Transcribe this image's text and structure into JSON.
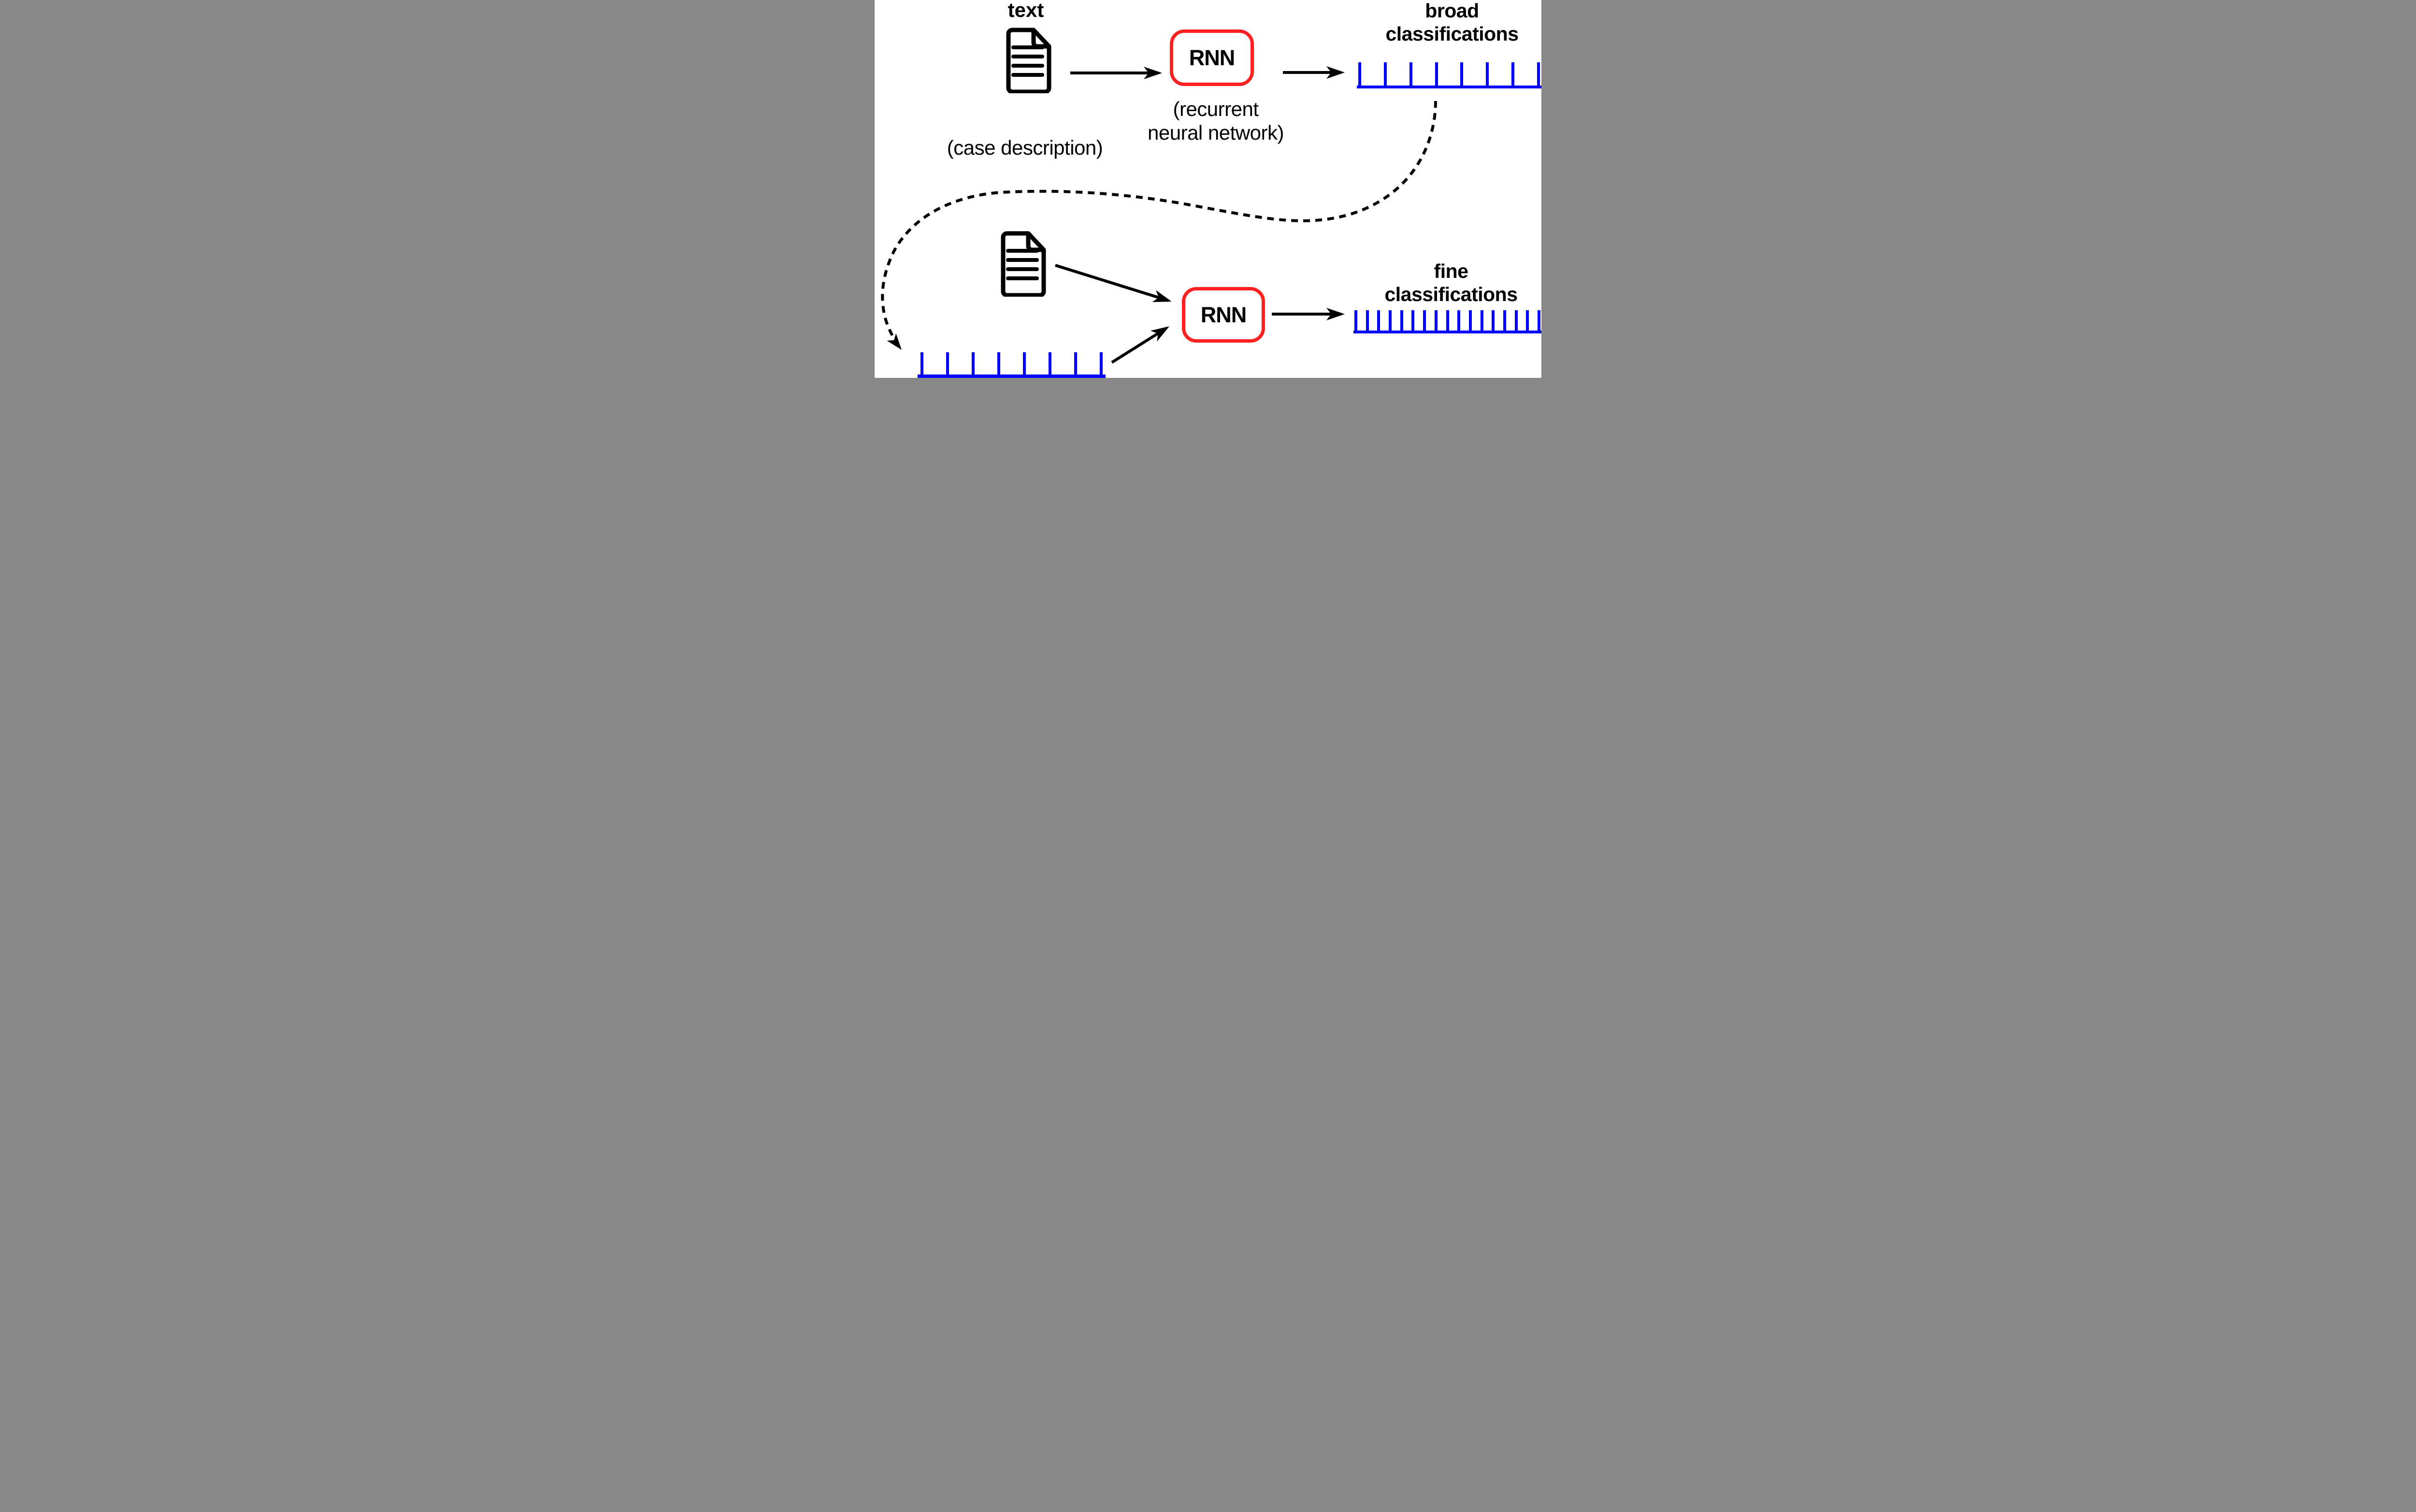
{
  "colors": {
    "ink": "#000000",
    "red": "#ff2020",
    "blue": "#0000ff",
    "background": "#ffffff"
  },
  "stage1": {
    "input": {
      "label": "text",
      "caption": "(case description)",
      "icon": "document-icon"
    },
    "model": {
      "label": "RNN",
      "caption_line1": "(recurrent",
      "caption_line2": "neural network)"
    },
    "output": {
      "label_line1": "broad",
      "label_line2": "classifications",
      "class_slots": 8
    }
  },
  "stage2": {
    "input_text": {
      "icon": "document-icon"
    },
    "input_classes": {
      "class_slots": 8,
      "source": "broad classifications"
    },
    "model": {
      "label": "RNN"
    },
    "output": {
      "label_line1": "fine",
      "label_line2": "classifications",
      "class_slots": 17
    }
  }
}
